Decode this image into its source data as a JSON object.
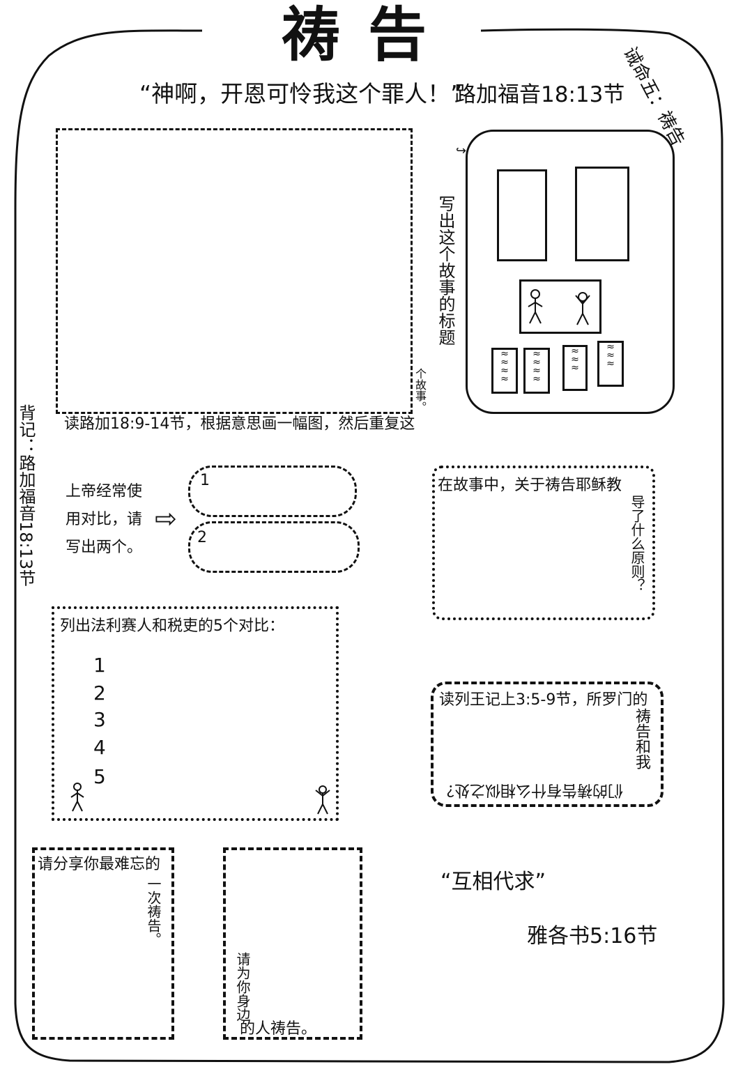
{
  "title": "祷告",
  "header": {
    "quote": "“神啊，开恩可怜我这个罪人！”",
    "quote_ref": "路加福音18:13节",
    "corner_label": "诫命五：祷告"
  },
  "side_label": "背记：路加福音18:13节",
  "sections": {
    "draw_box": {
      "caption": "读路加18:9-14节，根据意思画一幅图，然后重复这",
      "caption_tail": "个故事。"
    },
    "story_title": {
      "label": "写出这个故事的标题"
    },
    "contrast": {
      "prompt": "上帝经常使用对比，请写出两个。",
      "arrow_icon": "arrow-right-icon",
      "slots": [
        "1",
        "2"
      ]
    },
    "jesus_teaching": {
      "prompt": "在故事中，关于祷告耶稣教",
      "prompt_tail": "导了什么原则？"
    },
    "pharisee_list": {
      "prompt": "列出法利赛人和税吏的5个对比：",
      "items": [
        "1",
        "2",
        "3",
        "4",
        "5"
      ]
    },
    "solomon": {
      "prompt": "读列王记上3:5-9节，所罗门的",
      "prompt_side": "祷告和我",
      "prompt_bottom": "们的祷告有什么相似之处？"
    },
    "memorable_prayer": {
      "prompt": "请分享你最难忘的",
      "prompt_tail": "一次祷告。"
    },
    "pray_for_neighbor": {
      "prompt_vertical": "请为你身边",
      "prompt_tail": "的人祷告。"
    },
    "intercede": {
      "quote": "“互相代求”",
      "ref": "雅各书5:16节"
    }
  }
}
